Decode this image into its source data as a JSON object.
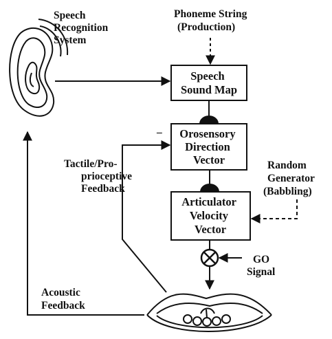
{
  "labels": {
    "speech_recognition": [
      "Speech",
      "Recognition",
      "System"
    ],
    "phoneme_string": [
      "Phoneme String",
      "(Production)"
    ],
    "tactile_feedback": [
      "Tactile/Pro-",
      "prioceptive",
      "Feedback"
    ],
    "random_generator": [
      "Random",
      "Generator",
      "(Babbling)"
    ],
    "go_signal": [
      "GO",
      "Signal"
    ],
    "acoustic_feedback": [
      "Acoustic",
      "Feedback"
    ],
    "minus_sign": "–"
  },
  "boxes": {
    "speech_sound_map": [
      "Speech",
      "Sound Map"
    ],
    "orosensory_direction_vector": [
      "Orosensory",
      "Direction",
      "Vector"
    ],
    "articulator_velocity_vector": [
      "Articulator",
      "Velocity",
      "Vector"
    ]
  },
  "icons": {
    "ear": "ear-icon",
    "mouth": "mouth-icon",
    "multiplier": "multiply-circle-icon"
  }
}
